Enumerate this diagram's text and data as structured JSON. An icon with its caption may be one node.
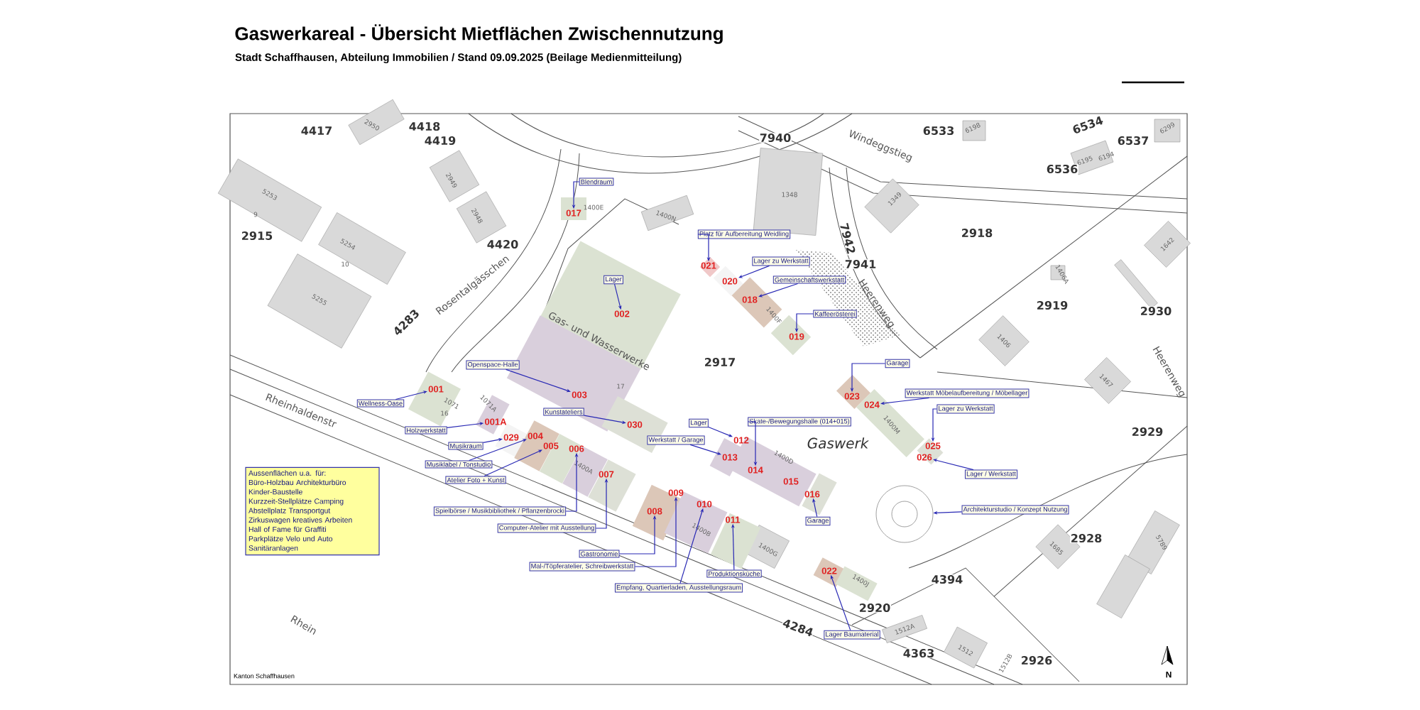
{
  "diagram": {
    "title": "Gaswerkareal - Übersicht Mietflächen Zwischennutzung",
    "nodes": [
      {
        "text": [
          "Blendraum"
        ]
      },
      {
        "text": [
          "017"
        ]
      },
      {
        "text": [
          "Platz für Aufbereitung Weidling"
        ]
      },
      {
        "text": [
          "021"
        ]
      },
      {
        "text": [
          "Lager zu Werkstatt"
        ]
      },
      {
        "text": [
          "020"
        ]
      },
      {
        "text": [
          "Gemeinschaftswerkstatt"
        ]
      },
      {
        "text": [
          "018"
        ]
      },
      {
        "text": [
          "Kaffeerösterei"
        ]
      },
      {
        "text": [
          "019"
        ]
      },
      {
        "text": [
          "Lager"
        ]
      },
      {
        "text": [
          "002"
        ]
      },
      {
        "text": [
          "Openspace-Halle"
        ]
      },
      {
        "text": [
          "003"
        ]
      },
      {
        "text": [
          "Garage"
        ]
      },
      {
        "text": [
          "023"
        ]
      },
      {
        "text": [
          "Werkstatt Möbelaufbereitung / Möbellager"
        ]
      },
      {
        "text": [
          "024"
        ]
      },
      {
        "text": [
          "Wellness-Oase"
        ]
      },
      {
        "text": [
          "001"
        ]
      },
      {
        "text": [
          "Kunstateliers"
        ]
      },
      {
        "text": [
          "030"
        ]
      },
      {
        "text": [
          "Holzwerkstatt"
        ]
      },
      {
        "text": [
          "001A"
        ]
      },
      {
        "text": [
          "Lager zu Werkstatt"
        ]
      },
      {
        "text": [
          "025"
        ]
      },
      {
        "text": [
          "Lager"
        ]
      },
      {
        "text": [
          "012"
        ]
      },
      {
        "text": [
          "Skate-/Bewegungshalle (014+015)"
        ]
      },
      {
        "text": [
          "014"
        ]
      },
      {
        "text": [
          "Werkstatt / Garage"
        ]
      },
      {
        "text": [
          "013"
        ]
      },
      {
        "text": [
          "Musikraum"
        ]
      },
      {
        "text": [
          "029"
        ]
      },
      {
        "text": [
          "Lager / Werkstatt"
        ]
      },
      {
        "text": [
          "026"
        ]
      },
      {
        "text": [
          "Musiklabel / Tonstudio"
        ]
      },
      {
        "text": [
          "004"
        ]
      },
      {
        "text": [
          "Atelier Foto + Kunst"
        ]
      },
      {
        "text": [
          "005"
        ]
      },
      {
        "text": [
          "006"
        ]
      },
      {
        "text": [
          "Spielbörse / Musikbibliothek / Pflanzenbrocki"
        ]
      },
      {
        "text": [
          "015"
        ]
      },
      {
        "text": [
          "007"
        ]
      },
      {
        "text": [
          "016"
        ]
      },
      {
        "text": [
          "Aussenflächen u.a. für:",
          "Büro-Holzbau Architekturbüro",
          "Kinder-Baustelle",
          "Kurzzeit-Stellplätze Camping",
          "Abstellplatz Transportgut",
          "Zirkuswagen kreatives Arbeiten",
          "Hall of Fame für Graffiti",
          "Parkplätze Velo und Auto",
          "Sanitäranlagen"
        ]
      },
      {
        "text": [
          "Architekturstudio / Konzept Nutzung"
        ]
      },
      {
        "text": [],
        "shape": "circle"
      },
      {
        "text": [
          "Garage"
        ]
      },
      {
        "text": [
          "008"
        ]
      },
      {
        "text": [
          "009"
        ]
      },
      {
        "text": [
          "010"
        ]
      },
      {
        "text": [
          "011"
        ]
      },
      {
        "text": [
          "Computer-Atelier mit Ausstellung"
        ]
      },
      {
        "text": [
          "Gastronomie"
        ]
      },
      {
        "text": [
          "Mal-/Töpferatelier, Schreibwerkstatt"
        ]
      },
      {
        "text": [
          "Produktionsküche"
        ]
      },
      {
        "text": [
          "Empfang, Quartierladen, Ausstellungsraum"
        ]
      },
      {
        "text": [
          "022"
        ]
      },
      {
        "text": [
          "Lager Baumaterial"
        ]
      }
    ],
    "edges": [
      {
        "from": 0,
        "to": 1,
        "arrow": "to"
      },
      {
        "from": 2,
        "to": 3,
        "arrow": "to"
      },
      {
        "from": 4,
        "to": 5,
        "arrow": "to"
      },
      {
        "from": 6,
        "to": 7,
        "arrow": "to"
      },
      {
        "from": 8,
        "to": 9,
        "arrow": "to"
      },
      {
        "from": 10,
        "to": 11,
        "arrow": "to"
      },
      {
        "from": 12,
        "to": 13,
        "arrow": "to"
      },
      {
        "from": 14,
        "to": 15,
        "arrow": "to"
      },
      {
        "from": 16,
        "to": 17,
        "arrow": "to"
      },
      {
        "from": 18,
        "to": 19,
        "arrow": "to"
      },
      {
        "from": 20,
        "to": 21,
        "arrow": "to"
      },
      {
        "from": 22,
        "to": 23,
        "arrow": "to"
      },
      {
        "from": 24,
        "to": 25,
        "arrow": "to"
      },
      {
        "from": 26,
        "to": 27,
        "arrow": "to"
      },
      {
        "from": 28,
        "to": 29,
        "arrow": "to"
      },
      {
        "from": 30,
        "to": 31,
        "arrow": "to"
      },
      {
        "from": 32,
        "to": 33,
        "arrow": "to"
      },
      {
        "from": 34,
        "to": 35,
        "arrow": "to"
      },
      {
        "from": 36,
        "to": 37,
        "arrow": "to"
      },
      {
        "from": 38,
        "to": 39,
        "arrow": "to"
      },
      {
        "from": 41,
        "to": 40,
        "arrow": "to"
      },
      {
        "from": 53,
        "to": 43,
        "arrow": "to"
      },
      {
        "from": 48,
        "to": 44,
        "arrow": "to"
      },
      {
        "from": 46,
        "to": 47,
        "arrow": "to"
      },
      {
        "from": 54,
        "to": 49,
        "arrow": "to"
      },
      {
        "from": 55,
        "to": 50,
        "arrow": "to"
      },
      {
        "from": 57,
        "to": 51,
        "arrow": "to"
      },
      {
        "from": 56,
        "to": 52,
        "arrow": "to"
      },
      {
        "from": 59,
        "to": 58,
        "arrow": "to"
      }
    ],
    "labels": [
      "Stadt Schaffhausen, Abteilung Immobilien / Stand 09.09.2025 (Beilage Medienmitteilung)",
      "4417",
      "2950",
      "4418",
      "4419",
      "5253",
      "9",
      "2949",
      "2948",
      "2915",
      "5254",
      "10",
      "4420",
      "5255",
      "4283",
      "Rosentalgässchen",
      "1400E",
      "1400N",
      "Gas- und Wasserwerke",
      "2917",
      "17",
      "1071",
      "16",
      "1071A",
      "1400A",
      "1400B",
      "Rheinhaldenstr",
      "Rhein",
      "Kanton Schaffhausen",
      "7940",
      "Windeggstieg",
      "6533",
      "6198",
      "6534",
      "6537",
      "6299",
      "6536",
      "6195",
      "6194",
      "1348",
      "1349",
      "2918",
      "7942",
      "1642",
      "7941",
      "Heerenweg",
      "1400F",
      "1406A",
      "2919",
      "2930",
      "1406",
      "Heerenweg",
      "1467",
      "1400M",
      "2929",
      "Gaswerk",
      "1400D",
      "1400G",
      "2928",
      "1685",
      "1400J",
      "4394",
      "2920",
      "4284",
      "1512A",
      "1512",
      "4363",
      "1512B",
      "2926",
      "5789",
      "N"
    ]
  }
}
